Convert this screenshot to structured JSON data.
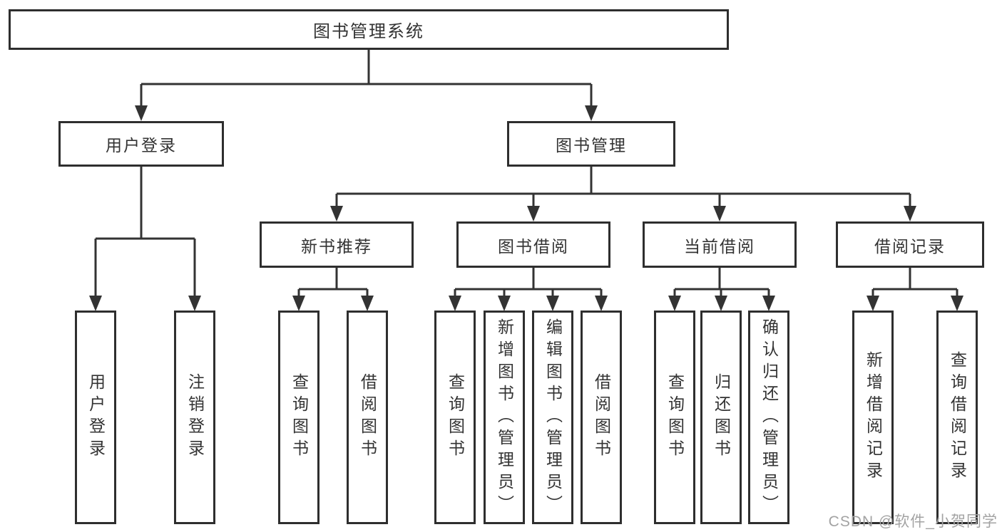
{
  "tree": {
    "root": {
      "label": "图书管理系统"
    },
    "branches": [
      {
        "label": "用户登录",
        "children": [
          {
            "label": "用户登录"
          },
          {
            "label": "注销登录"
          }
        ]
      },
      {
        "label": "图书管理",
        "children": [
          {
            "label": "新书推荐",
            "children": [
              {
                "label": "查询图书"
              },
              {
                "label": "借阅图书"
              }
            ]
          },
          {
            "label": "图书借阅",
            "children": [
              {
                "label": "查询图书"
              },
              {
                "label": "新增图书（管理员）"
              },
              {
                "label": "编辑图书（管理员）"
              },
              {
                "label": "借阅图书"
              }
            ]
          },
          {
            "label": "当前借阅",
            "children": [
              {
                "label": "查询图书"
              },
              {
                "label": "归还图书"
              },
              {
                "label": "确认归还（管理员）"
              }
            ]
          },
          {
            "label": "借阅记录",
            "children": [
              {
                "label": "新增借阅记录"
              },
              {
                "label": "查询借阅记录"
              }
            ]
          }
        ]
      }
    ]
  },
  "watermark": {
    "text": "CSDN @软件_小贺同学"
  },
  "colors": {
    "line": "#333333",
    "border": "#2e2e2e",
    "text": "#333333",
    "watermark": "#a3a3a3",
    "background": "#ffffff"
  }
}
